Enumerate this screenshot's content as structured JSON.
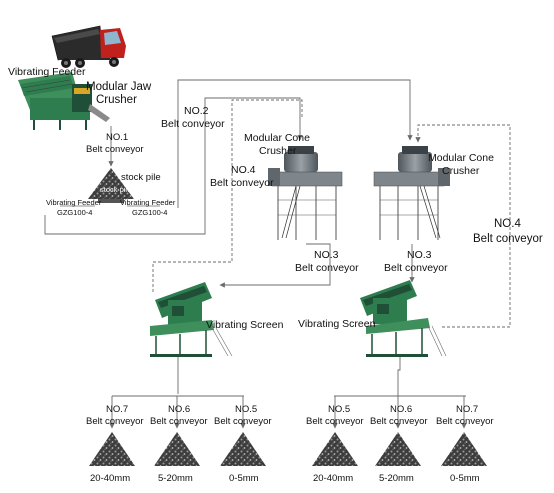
{
  "labels": {
    "vibrating_feeder_top": "Vibrating Feeder",
    "jaw_crusher": [
      "Modular Jaw",
      "Crusher"
    ],
    "belt_no1": [
      "NO.1",
      "Belt conveyor"
    ],
    "stock_pile": "stock pile",
    "stock_pile_inner": "stock pile",
    "feeder_left": [
      "Vibrating Feeder",
      "GZG100-4"
    ],
    "feeder_right": [
      "Vibrating Feeder",
      "GZG100-4"
    ],
    "belt_no2": [
      "NO.2",
      "Belt conveyor"
    ],
    "cone_left": [
      "Modular Cone",
      "Crusher"
    ],
    "cone_right": [
      "Modular Cone",
      "Crusher"
    ],
    "belt_no4_left": [
      "NO.4",
      "Belt conveyor"
    ],
    "belt_no4_right": [
      "NO.4",
      "Belt conveyor"
    ],
    "belt_no3_left": [
      "NO.3",
      "Belt conveyor"
    ],
    "belt_no3_right": [
      "NO.3",
      "Belt conveyor"
    ],
    "screen_left": "Vibrating Screen",
    "screen_right": "Vibrating Screen",
    "left_outputs": [
      {
        "belt": [
          "NO.7",
          "Belt conveyor"
        ],
        "size": "20-40mm"
      },
      {
        "belt": [
          "NO.6",
          "Belt conveyor"
        ],
        "size": "5-20mm"
      },
      {
        "belt": [
          "NO.5",
          "Belt conveyor"
        ],
        "size": "0-5mm"
      }
    ],
    "right_outputs": [
      {
        "belt": [
          "NO.5",
          "Belt conveyor"
        ],
        "size": "20-40mm"
      },
      {
        "belt": [
          "NO.6",
          "Belt conveyor"
        ],
        "size": "5-20mm"
      },
      {
        "belt": [
          "NO.7",
          "Belt conveyor"
        ],
        "size": "0-5mm"
      }
    ]
  },
  "colors": {
    "truck_cab": "#c0211d",
    "truck_body": "#2b2b2b",
    "machine_green": "#2e7d4f",
    "machine_dark": "#1f4f36",
    "cone_gray": "#6d747b",
    "flow_line": "#6b6b6b",
    "stone_pile": "#4a4a4a"
  }
}
